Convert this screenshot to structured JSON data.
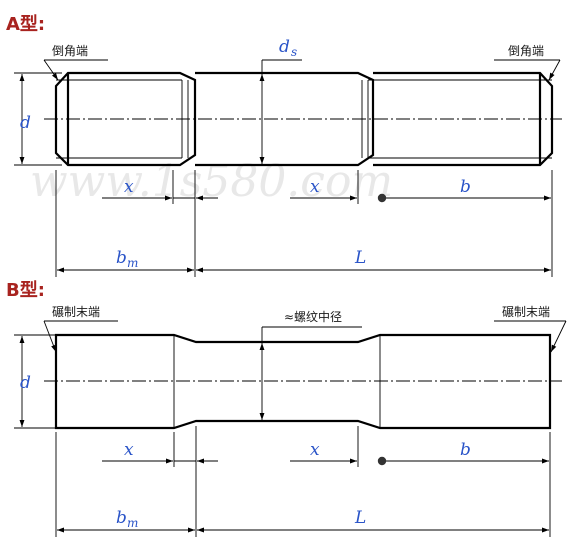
{
  "watermark": "www.1s580.com",
  "type_a": {
    "title": "A型:",
    "left_callout": "倒角端",
    "right_callout": "倒角端",
    "label_d": "d",
    "label_ds_main": "d",
    "label_ds_sub": "s",
    "label_x_left": "x",
    "label_x_right": "x",
    "label_b": "b",
    "label_bm_main": "b",
    "label_bm_sub": "m",
    "label_L": "L"
  },
  "type_b": {
    "title": "B型:",
    "left_callout": "碾制末端",
    "right_callout": "碾制末端",
    "middle_callout": "≈螺纹中径",
    "label_d": "d",
    "label_x_left": "x",
    "label_x_right": "x",
    "label_b": "b",
    "label_bm_main": "b",
    "label_bm_sub": "m",
    "label_L": "L"
  },
  "colors": {
    "title": "#a8231f",
    "dimension_text": "#2a54c8",
    "line": "#000000"
  }
}
